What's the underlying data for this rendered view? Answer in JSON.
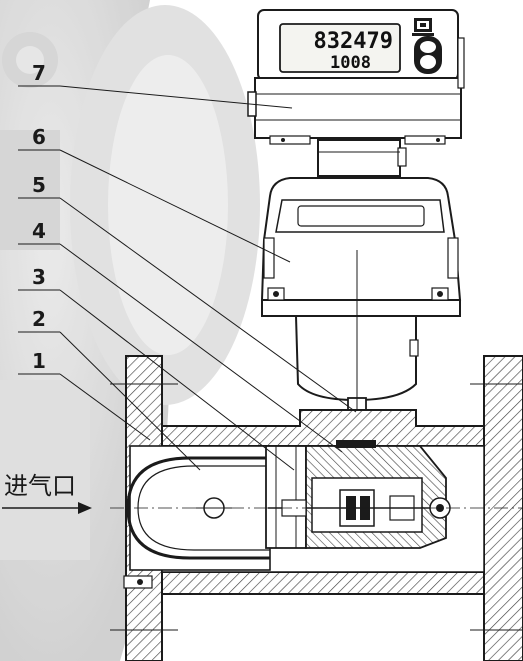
{
  "display": {
    "reading": "832479",
    "subreading": "1008"
  },
  "inlet_label": "进气口",
  "part_numbers": [
    "1",
    "2",
    "3",
    "4",
    "5",
    "6",
    "7"
  ],
  "colors": {
    "ink": "#1b1b1b",
    "hatch": "#555555",
    "paper": "#ffffff",
    "background_photo": "#d4d4d4"
  },
  "icons": {
    "logo": "brand-logo-icon",
    "arrow": "inlet-arrow-icon"
  }
}
